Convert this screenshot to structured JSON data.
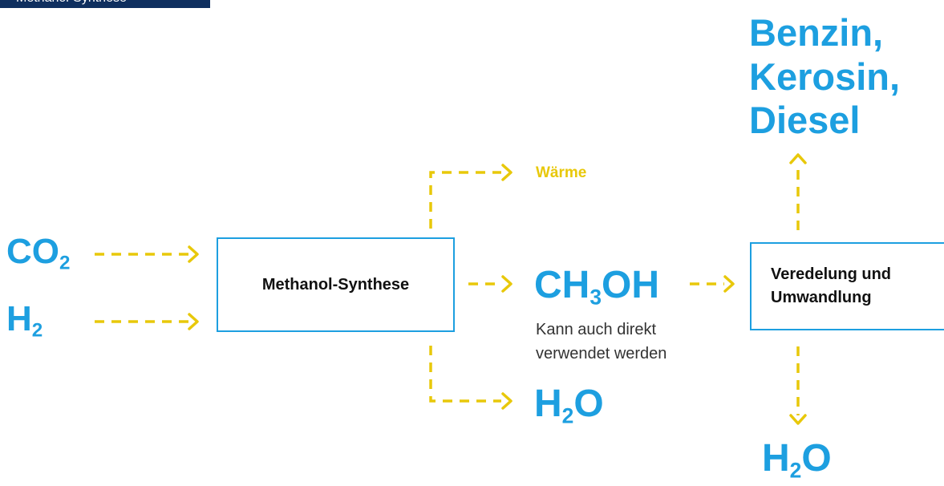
{
  "header": {
    "title": "Methanol-Synthese"
  },
  "inputs": {
    "co2": {
      "main": "CO",
      "sub": "2"
    },
    "h2": {
      "main": "H",
      "sub": "2"
    }
  },
  "process_box": {
    "label": "Methanol-Synthese"
  },
  "heat_output": {
    "label": "Wärme"
  },
  "methanol": {
    "pre": "CH",
    "sub": "3",
    "post": "OH",
    "note_line1": "Kann auch direkt",
    "note_line2": "verwendet werden"
  },
  "water_1": {
    "pre": "H",
    "sub": "2",
    "post": "O"
  },
  "refining_box": {
    "line1": "Veredelung und",
    "line2": "Umwandlung"
  },
  "fuels": {
    "line1": "Benzin,",
    "line2": "Kerosin,",
    "line3": "Diesel"
  },
  "water_2": {
    "pre": "H",
    "sub": "2",
    "post": "O"
  },
  "colors": {
    "accent_blue": "#1d9fe0",
    "arrow_yellow": "#e8c80a",
    "header_navy": "#0f2f5f"
  }
}
